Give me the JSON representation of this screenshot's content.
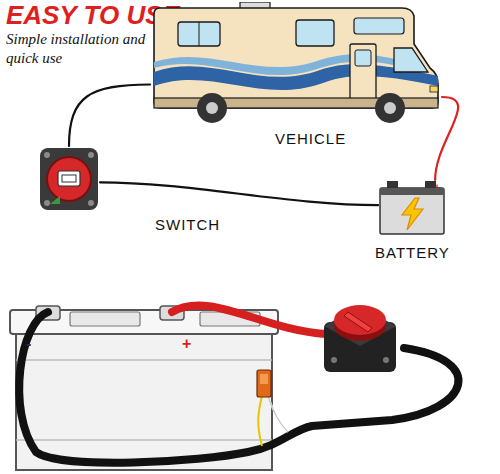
{
  "diagram": {
    "title": "EASY TO USE",
    "nodes": [
      {
        "text": [
          "VEHICLE"
        ]
      },
      {
        "text": [
          "SWITCH"
        ]
      },
      {
        "text": [
          "BATTERY"
        ]
      }
    ],
    "edges": [
      {
        "from": 1,
        "to": 0,
        "arrow": "none"
      },
      {
        "from": 1,
        "to": 2,
        "arrow": "none"
      },
      {
        "from": 2,
        "to": 0,
        "arrow": "none"
      }
    ],
    "labels": [
      "Simple installation and quick use",
      "-",
      "+",
      "-",
      "+"
    ]
  }
}
